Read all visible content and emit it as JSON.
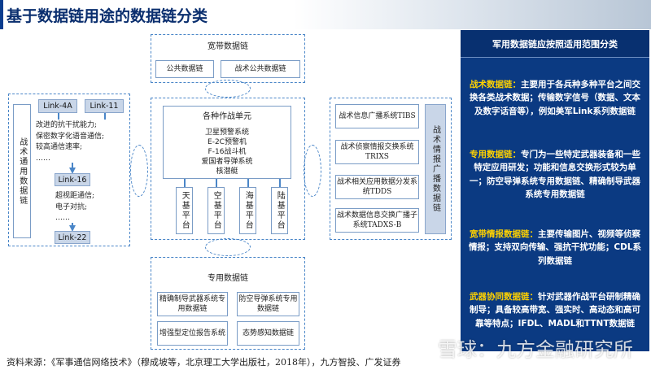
{
  "title": "基于数据链用途的数据链分类",
  "top_group": {
    "label": "宽带数据链",
    "items": [
      "公共数据链",
      "战术公共数据链"
    ]
  },
  "center_group": {
    "label": "各种作战单元",
    "units": [
      "卫星预警系统",
      "E-2C预警机",
      "F-16战斗机",
      "爱国者导弹系统",
      "核潜艇"
    ],
    "platforms": [
      "天基平台",
      "空基平台",
      "海基平台",
      "陆基平台"
    ]
  },
  "left_group": {
    "label": "战术通用数据链",
    "tags": [
      "Link-4A",
      "Link-11",
      "Link-16",
      "Link-22"
    ],
    "text1": "改进的抗干扰能力;\n保密数字化语音通信;\n较高通信速率;\n……",
    "text2": "超视距通信;\n电子对抗;\n……"
  },
  "right_group": {
    "label": "战术情报广播数据链",
    "items": [
      "战术信息广播系统TIBS",
      "战术侦察情报交换系统TRIXS",
      "战术相关应用数据分发系统TDDS",
      "战术数据信息交换广播子系统TADXS-B"
    ]
  },
  "bottom_group": {
    "label": "专用数据链",
    "items": [
      "精确制导武器系统专用数据链",
      "防空导弹系统专用数据链",
      "增强型定位报告系统",
      "态势感知数据链"
    ]
  },
  "panel": {
    "header": "军用数据链应按照适用范围分类",
    "blocks": [
      {
        "keyword": "战术数据链：",
        "text": "主要用于各兵种多种平台之间交换各类战术数据；传输数字信号（数据、文本及数字话音等），例如美军Link系列数据链"
      },
      {
        "keyword": "专用数据链：",
        "text": "专门为一些特定武器装备和一些特定应用研发；功能和信息交换形式较为单一；防空导弹系统专用数据链、精确制导武器系统专用数据链"
      },
      {
        "keyword": "宽带情报数据链：",
        "text": "主要传输图片、视频等侦察情报；支持双向传输、强抗干扰功能；CDL系列数据链"
      },
      {
        "keyword": "武器协同数据链：",
        "text": "针对武器作战平台研制精确制导；具备较高带宽、强实时、高动态和高可靠等特点；IFDL、MADL和TTNT数据链"
      }
    ]
  },
  "source": "资料来源：《军事通信网络技术》（穆成坡等，北京理工大学出版社，2018年），九方智投、广发证券",
  "watermark": "雪球：九方金融研究所",
  "colors": {
    "title": "#0a2e6e",
    "panel_bg": "#0b3a82",
    "keyword": "#ffd200",
    "dash": "#4a86c8"
  }
}
